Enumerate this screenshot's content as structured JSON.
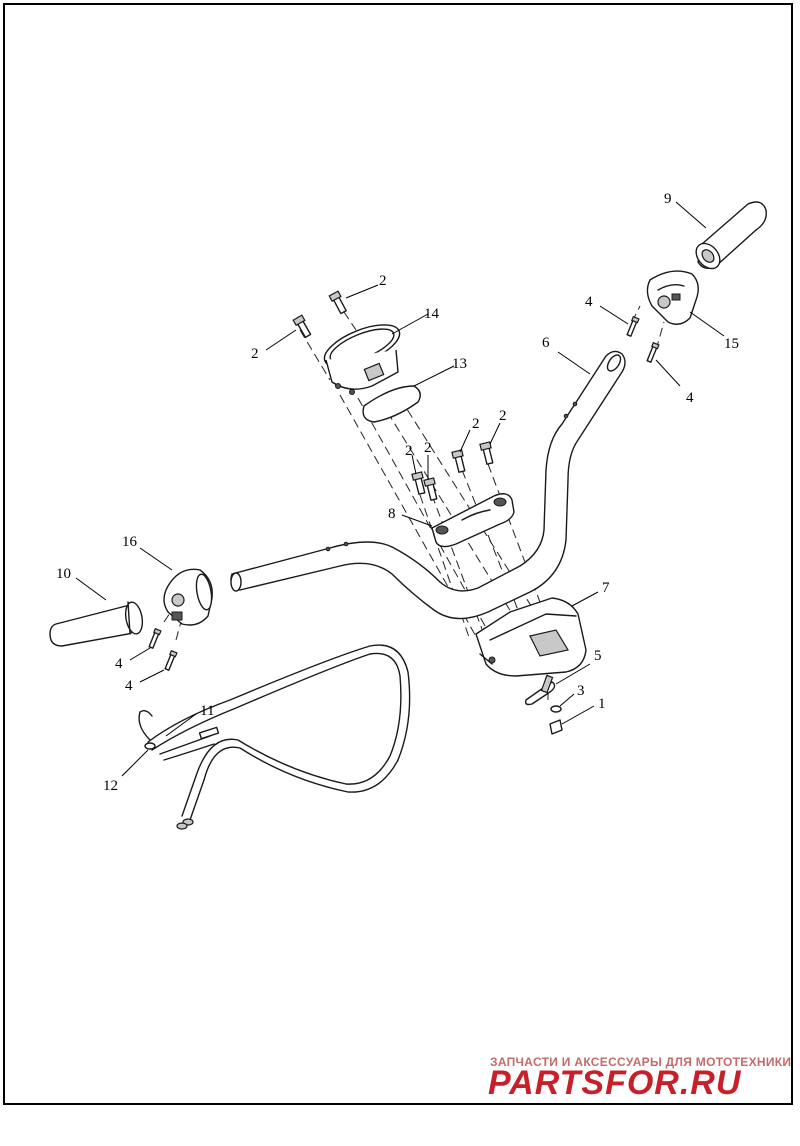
{
  "callouts": {
    "c1": "1",
    "c2a": "2",
    "c2b": "2",
    "c2c": "2",
    "c2d": "2",
    "c2e": "2",
    "c2f": "2",
    "c3": "3",
    "c4a": "4",
    "c4b": "4",
    "c4c": "4",
    "c4d": "4",
    "c5": "5",
    "c6": "6",
    "c7": "7",
    "c8": "8",
    "c9": "9",
    "c10": "10",
    "c11": "11",
    "c12": "12",
    "c13": "13",
    "c14": "14",
    "c15": "15",
    "c16": "16"
  },
  "watermark": {
    "tagline": "ЗАПЧАСТИ И АКСЕССУАРЫ ДЛЯ МОТОТЕХНИКИ",
    "logo": "PARTSFOR.RU",
    "color": "#c8202a"
  }
}
